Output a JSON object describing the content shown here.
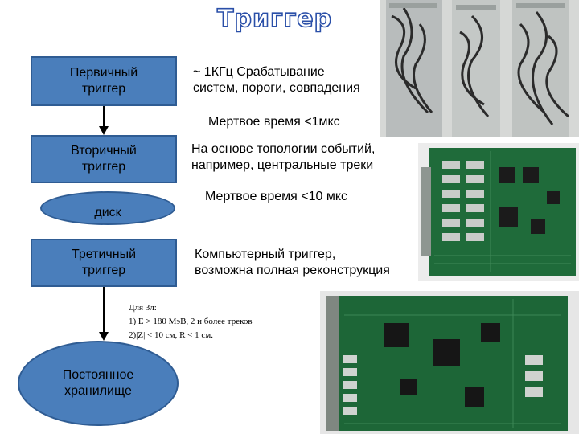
{
  "title": "Триггер",
  "levels": {
    "first": {
      "label": "Первичный\nтриггер",
      "desc": "~ 1КГц Срабатывание\nсистем, пороги, совпадения",
      "dead_time": "Мертвое время <1мкс"
    },
    "second": {
      "label": "Вторичный\nтриггер",
      "desc": "На основе топологии событий,\nнапример, центральные треки",
      "dead_time": "Мертвое время <10 мкс"
    },
    "disk": {
      "label": "диск"
    },
    "third": {
      "label": "Третичный\nтриггер",
      "desc": "Компьютерный триггер,\nвозможна полная реконструкция"
    },
    "storage": {
      "label": "Постоянное\nхранилище"
    }
  },
  "note": "Для 3л:\n1) E > 180 МэВ, 2 и более треков\n2)|Z| < 10 см, R < 1 см.",
  "colors": {
    "box_fill": "#4a7ebb",
    "box_border": "#2f5c93",
    "title_outline": "#2a4fa8",
    "pcb_green": "#1f6b3a"
  }
}
